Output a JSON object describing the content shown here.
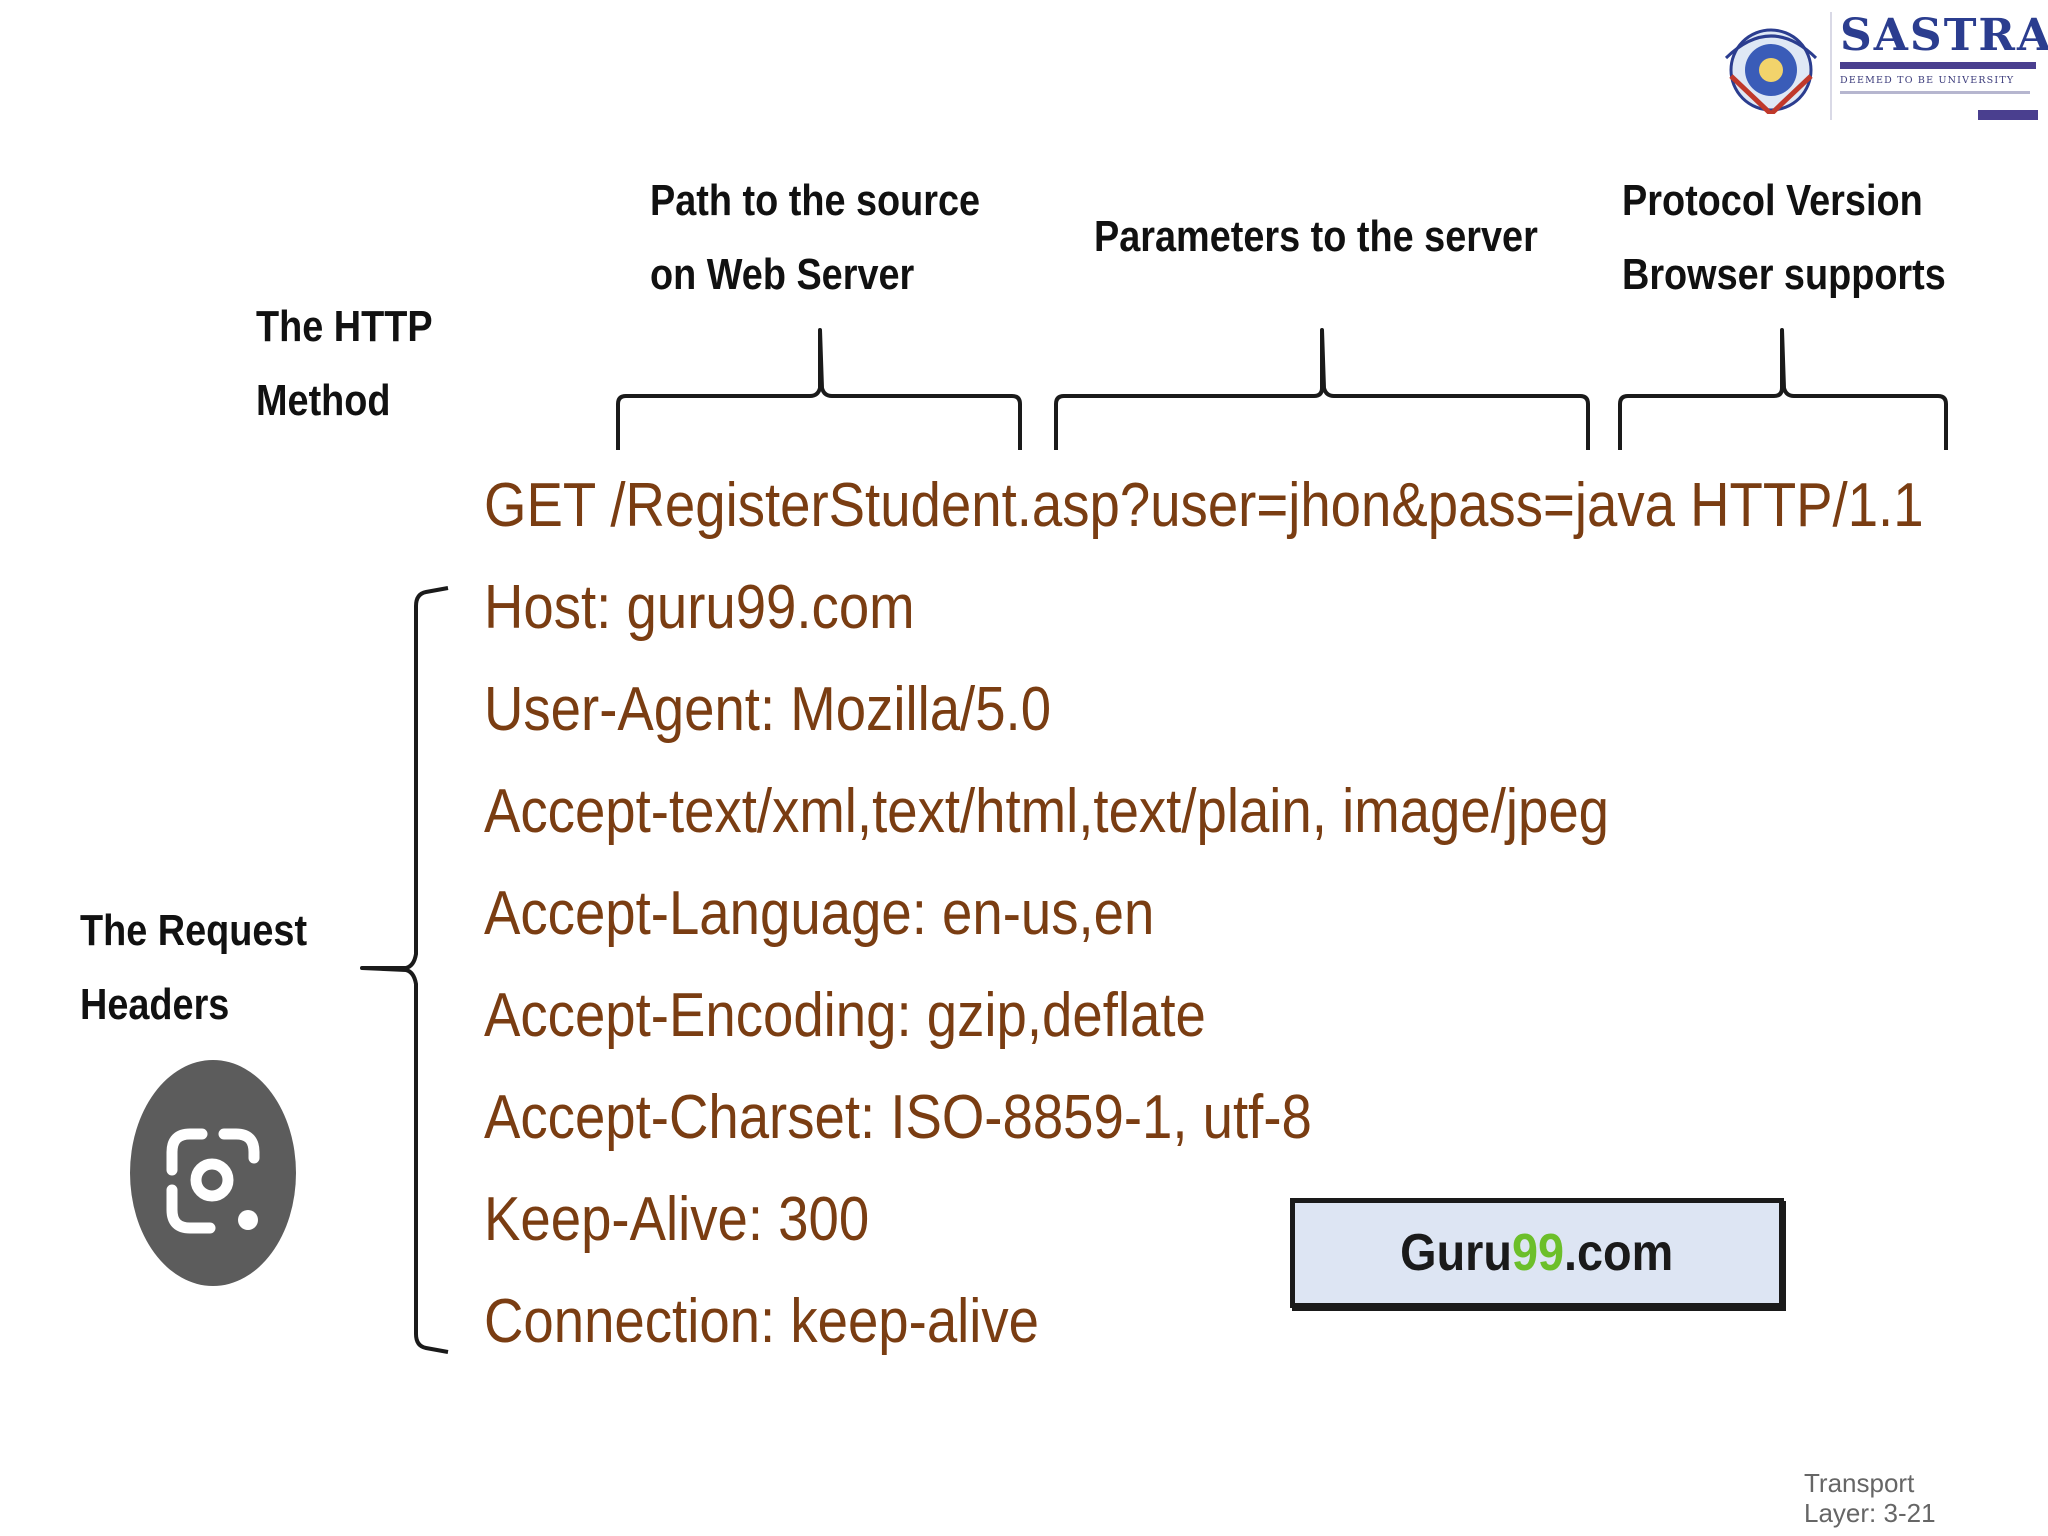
{
  "logo": {
    "name": "SASTRA",
    "tagline": "DEEMED TO BE UNIVERSITY"
  },
  "annotations": {
    "method_line1": "The HTTP",
    "method_line2": "Method",
    "path_line1": "Path to the source",
    "path_line2": "on Web Server",
    "params": "Parameters to the server",
    "protocol_line1": "Protocol Version",
    "protocol_line2": "Browser supports",
    "headers_line1": "The Request",
    "headers_line2": "Headers"
  },
  "request": {
    "request_line": "GET /RegisterStudent.asp?user=jhon&pass=java HTTP/1.1",
    "headers": [
      "Host: guru99.com",
      "User-Agent: Mozilla/5.0",
      "Accept-text/xml,text/html,text/plain, image/jpeg",
      "Accept-Language: en-us,en",
      "Accept-Encoding: gzip,deflate",
      "Accept-Charset: ISO-8859-1, utf-8",
      "Keep-Alive: 300",
      "Connection: keep-alive"
    ]
  },
  "badge": {
    "prefix": "Guru",
    "number": "99",
    "suffix": ".com"
  },
  "footer": {
    "line1": "Transport",
    "line2": "Layer: 3-21"
  },
  "colors": {
    "code_text": "#7a3d12",
    "badge_bg": "#dde5f3",
    "badge_accent": "#6cbf2a",
    "lens_button": "#5c5c5c"
  },
  "icons": {
    "lens": "google-lens-icon"
  }
}
